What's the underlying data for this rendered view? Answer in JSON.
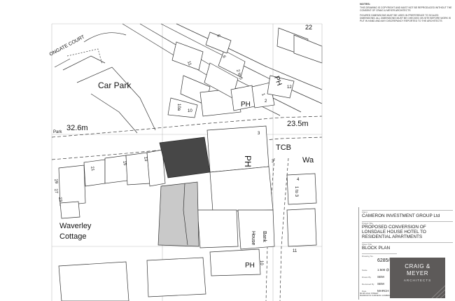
{
  "map": {
    "labels": {
      "car_park": "Car Park",
      "ongate_court": "ONGATE COURT",
      "elev_left": "32.6m",
      "elev_right": "23.5m",
      "park": "Park",
      "tcb": "TCB",
      "wa": "Wa",
      "waverley_cottage_1": "Waverley",
      "waverley_cottage_2": "Cottage",
      "bank_house_1": "Bank",
      "bank_house_2": "House",
      "ph_top_right": "PH",
      "ph_mid_top": "PH",
      "ph_center": "PH",
      "ph_bottom": "PH",
      "n_8": "8",
      "n_11": "11",
      "n_6": "6",
      "n_2to5": "2 to 5",
      "n_1": "1",
      "n_2": "2",
      "n_12": "12",
      "n_22": "22",
      "n_10a": "10a",
      "n_10": "10",
      "n_3": "3",
      "n_3b": "3",
      "n_13": "13",
      "n_15": "15",
      "n_21": "21",
      "n_29": "29",
      "n_27": "27",
      "n_23": "23",
      "n_4": "4",
      "n_1to3": "1 to 3",
      "n_11b": "11",
      "n_10b": "10"
    }
  },
  "notes": {
    "heading": "NOTES:",
    "p1": "THIS DRAWING IS COPYRIGHT AND MUST NOT BE REPRODUCED WITHOUT THE CONSENT OF CRAIG & MEYER ARCHITECTS",
    "p2": "FIGURED DIMENSIONS MUST BE USED IN PREFERENCE TO SCALED DIMENSIONS. ALL DIMENSIONS MUST BE CHECKED ON SITE BEFORE WORK IS PUT IN HAND AND ANY DISCREPANCY REPORTED TO THE ARCHITECTS"
  },
  "titleblock": {
    "client_caption": "Client",
    "client": "CAMERON INVESTMENT GROUP Ltd",
    "project_caption": "Project Title",
    "project_1": "PROPOSED CONVERSION OF",
    "project_2": "LONSDALE HOUSE HOTEL TO",
    "project_3": "RESIDENTIAL APARTMENTS",
    "sheet_caption": "Sheet Title",
    "sheet": "BLOCK PLAN",
    "drawing_caption": "Drawing No.",
    "drawing_no": "6285/01",
    "scale_caption": "Scale",
    "scale": "1:500 @ A3",
    "drawn_caption": "Drawn By",
    "drawn": "SEM",
    "checked_caption": "Reviewed By",
    "checked": "SEM",
    "date_caption": "Date",
    "date": "MARCH 2021",
    "logo_1": "CRAIG &",
    "logo_2": "MEYER",
    "logo_3": "ARCHITECTS",
    "address_1": "86-88 HIGH STREET",
    "address_2": "BARROW IN FURNESS CUMBRIA"
  }
}
